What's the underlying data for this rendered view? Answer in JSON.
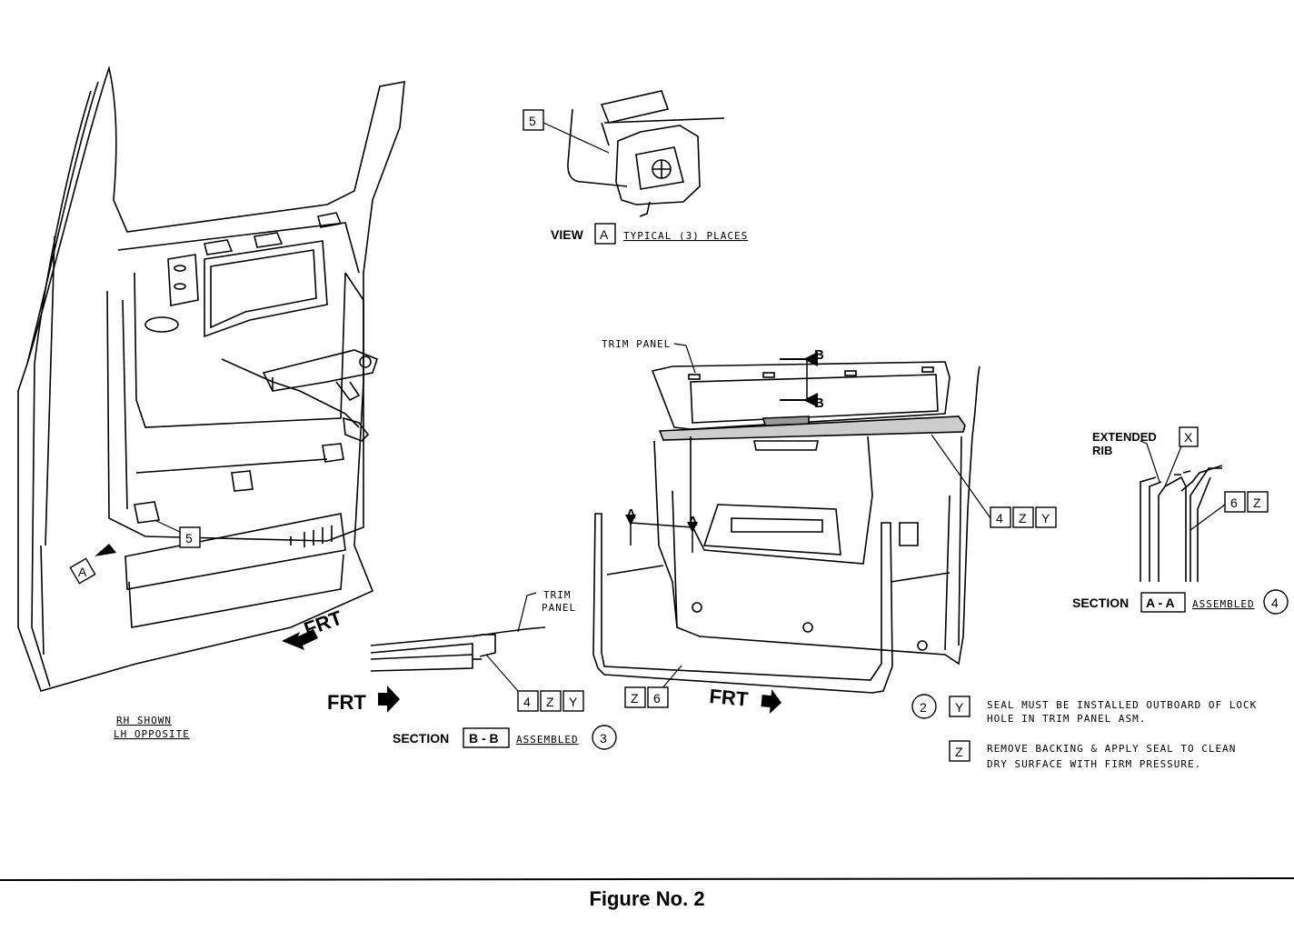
{
  "figure": {
    "caption": "Figure No. 2"
  },
  "left_view": {
    "frt": "FRT",
    "callout_a": "A",
    "callout_5": "5",
    "rh_shown": "RH SHOWN",
    "lh_opposite": "LH OPPOSITE"
  },
  "view_a": {
    "label_view": "VIEW",
    "label_letter": "A",
    "label_text": "TYPICAL (3) PLACES",
    "callout_5": "5"
  },
  "center_view": {
    "trim_panel": "TRIM PANEL",
    "b_upper": "B",
    "b_lower": "B",
    "a_left": "A",
    "a_right": "A",
    "callouts_4zy": [
      "4",
      "Z",
      "Y"
    ],
    "callouts_z6": [
      "Z",
      "6"
    ],
    "frt": "FRT"
  },
  "section_bb": {
    "trim": "TRIM",
    "panel": "PANEL",
    "frt": "FRT",
    "callouts": [
      "4",
      "Z",
      "Y"
    ],
    "label_section": "SECTION",
    "label_letter": "B - B",
    "label_assembled": "ASSEMBLED",
    "label_num": "3"
  },
  "section_aa": {
    "extended": "EXTENDED",
    "rib": "RIB",
    "callout_x": "X",
    "callouts": [
      "6",
      "Z"
    ],
    "label_section": "SECTION",
    "label_letter": "A - A",
    "label_assembled": "ASSEMBLED",
    "label_num": "4"
  },
  "notes": [
    {
      "num": "2",
      "flag": "Y",
      "line1": "SEAL MUST BE INSTALLED OUTBOARD OF LOCK",
      "line2": "HOLE IN TRIM PANEL ASM."
    },
    {
      "num": "",
      "flag": "Z",
      "line1": "REMOVE BACKING & APPLY SEAL TO CLEAN",
      "line2": "DRY SURFACE WITH FIRM PRESSURE."
    }
  ]
}
